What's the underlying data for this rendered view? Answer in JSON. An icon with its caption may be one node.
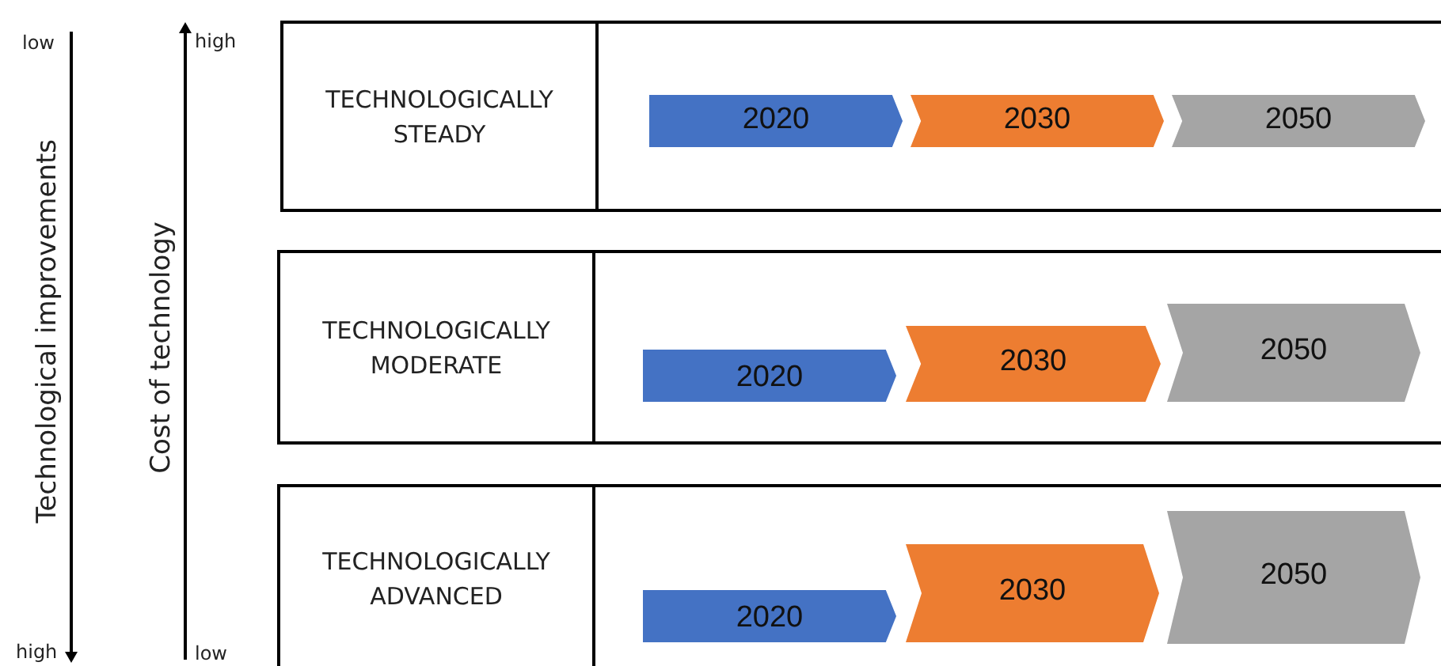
{
  "diagram": {
    "nodes": [
      {
        "text": [
          "TECHNOLOGICALLY STEADY"
        ]
      },
      {
        "text": [
          "2020"
        ],
        "in": 0
      },
      {
        "text": [
          "2030"
        ],
        "in": 0
      },
      {
        "text": [
          "2050"
        ],
        "in": 0
      },
      {
        "text": [
          "TECHNOLOGICALLY MODERATE"
        ]
      },
      {
        "text": [
          "2020"
        ],
        "in": 4
      },
      {
        "text": [
          "2030"
        ],
        "in": 4
      },
      {
        "text": [
          "2050"
        ],
        "in": 4
      },
      {
        "text": [
          "TECHNOLOGICALLY ADVANCED"
        ]
      },
      {
        "text": [
          "2020"
        ],
        "in": 8
      },
      {
        "text": [
          "2030"
        ],
        "in": 8
      },
      {
        "text": [
          "2050"
        ],
        "in": 8
      }
    ],
    "labels": [
      "low",
      "high",
      "Technological improvements",
      "Cost of technology",
      "high",
      "low"
    ]
  }
}
